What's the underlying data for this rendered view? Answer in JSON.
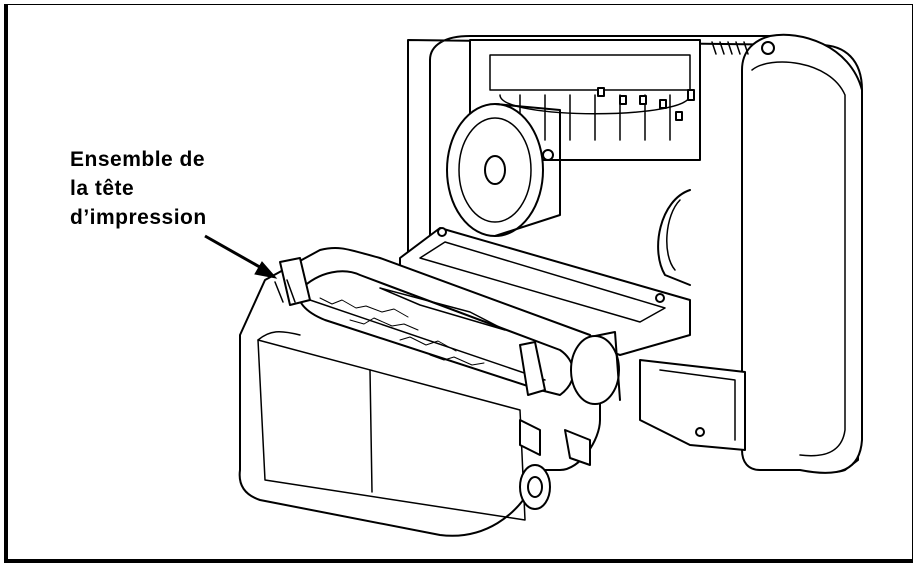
{
  "callout": {
    "lines": [
      "Ensemble de",
      "la tête",
      "d’impression"
    ]
  }
}
